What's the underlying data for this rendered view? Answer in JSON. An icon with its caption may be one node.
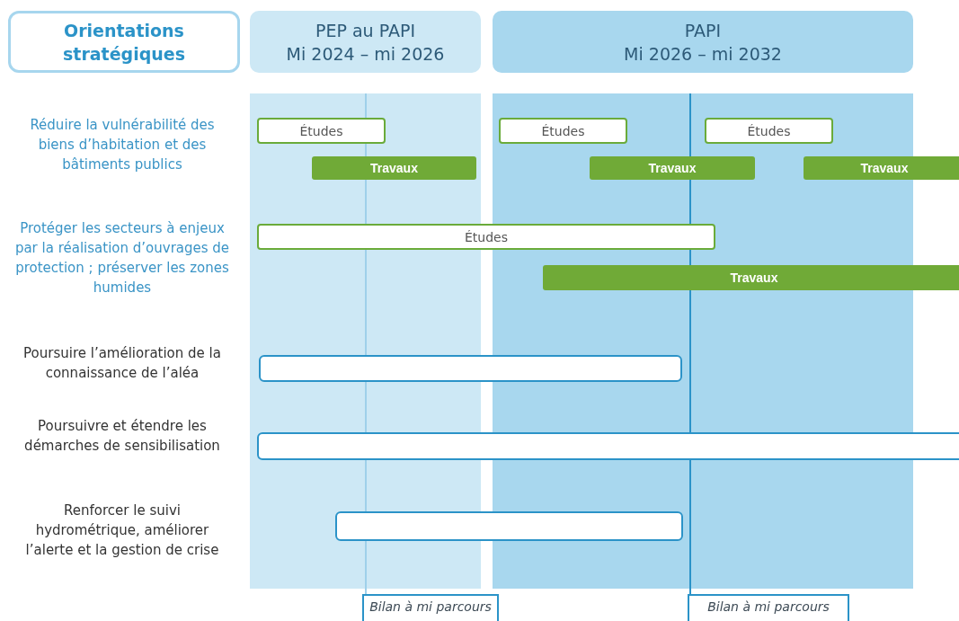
{
  "diagram": {
    "nodes": [
      {
        "text": [
          "Orientations stratégiques"
        ]
      },
      {
        "text": [
          "PEP au PAPI",
          "Mi 2024 – mi 2026"
        ]
      },
      {
        "text": [
          "PAPI",
          "Mi 2026 – mi 2032"
        ]
      },
      {
        "text": [
          "Études"
        ]
      },
      {
        "text": [
          "Études"
        ]
      },
      {
        "text": [
          "Études"
        ]
      },
      {
        "text": [
          "Travaux"
        ]
      },
      {
        "text": [
          "Travaux"
        ]
      },
      {
        "text": [
          "Travaux"
        ]
      },
      {
        "text": [
          "Études"
        ]
      },
      {
        "text": [
          "Travaux"
        ]
      },
      {
        "text": [],
        "shape": "bar"
      },
      {
        "text": [],
        "shape": "bar"
      },
      {
        "text": [],
        "shape": "bar"
      },
      {
        "text": [
          "Bilan à mi parcours"
        ]
      },
      {
        "text": [
          "Bilan à mi parcours"
        ]
      }
    ],
    "edges": [],
    "labels": [
      "Réduire la vulnérabilité des biens d’habitation et des bâtiments publics",
      "Protéger les secteurs à enjeux par la réalisation d’ouvrages de protection ; préserver les zones humides",
      "Poursuire l’amélioration de la connaissance de l’aléa",
      "Poursuivre et étendre les démarches de sensibilisation",
      "Renforcer le suivi hydrométrique, améliorer l’alerte et la gestion de crise"
    ]
  }
}
